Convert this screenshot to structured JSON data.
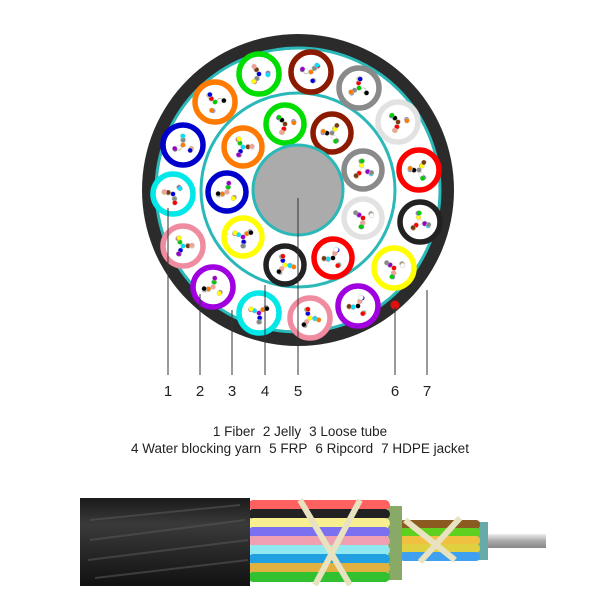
{
  "diagram": {
    "callout_numbers": [
      "1",
      "2",
      "3",
      "4",
      "5",
      "6",
      "7"
    ],
    "legend_line1": [
      {
        "num": "1",
        "label": "Fiber"
      },
      {
        "num": "2",
        "label": "Jelly"
      },
      {
        "num": "3",
        "label": "Loose tube"
      }
    ],
    "legend_line2": [
      {
        "num": "4",
        "label": "Water blocking yarn"
      },
      {
        "num": "5",
        "label": "FRP"
      },
      {
        "num": "6",
        "label": "Ripcord"
      },
      {
        "num": "7",
        "label": "HDPE jacket"
      }
    ],
    "colors": {
      "jacket": "#2b2b2b",
      "water_blocking": "#2ab8b8",
      "frp": "#ababab",
      "ripcord": "#e01010"
    },
    "outer_tube_colors": [
      "#00dd00",
      "#8b1a00",
      "#8a8a8a",
      "#f2f2f2",
      "#ff0000",
      "#222222",
      "#ffff00",
      "#a000e0",
      "#f08ca0",
      "#00e8e8",
      "#a000e0",
      "#f08ca0",
      "#00e8e8",
      "#0000cc",
      "#ff7a00"
    ],
    "inner_tube_colors": [
      "#00dd00",
      "#8b1a00",
      "#8a8a8a",
      "#f2f2f2",
      "#ff0000",
      "#222222",
      "#ffff00",
      "#0000cc",
      "#ff7a00"
    ],
    "fiber_colors": [
      "#0000dd",
      "#ff7a00",
      "#00cc00",
      "#7a3b10",
      "#888888",
      "#ffffff",
      "#ff0000",
      "#000000",
      "#ffff00",
      "#9900cc",
      "#f5a090",
      "#00e0ff"
    ]
  }
}
